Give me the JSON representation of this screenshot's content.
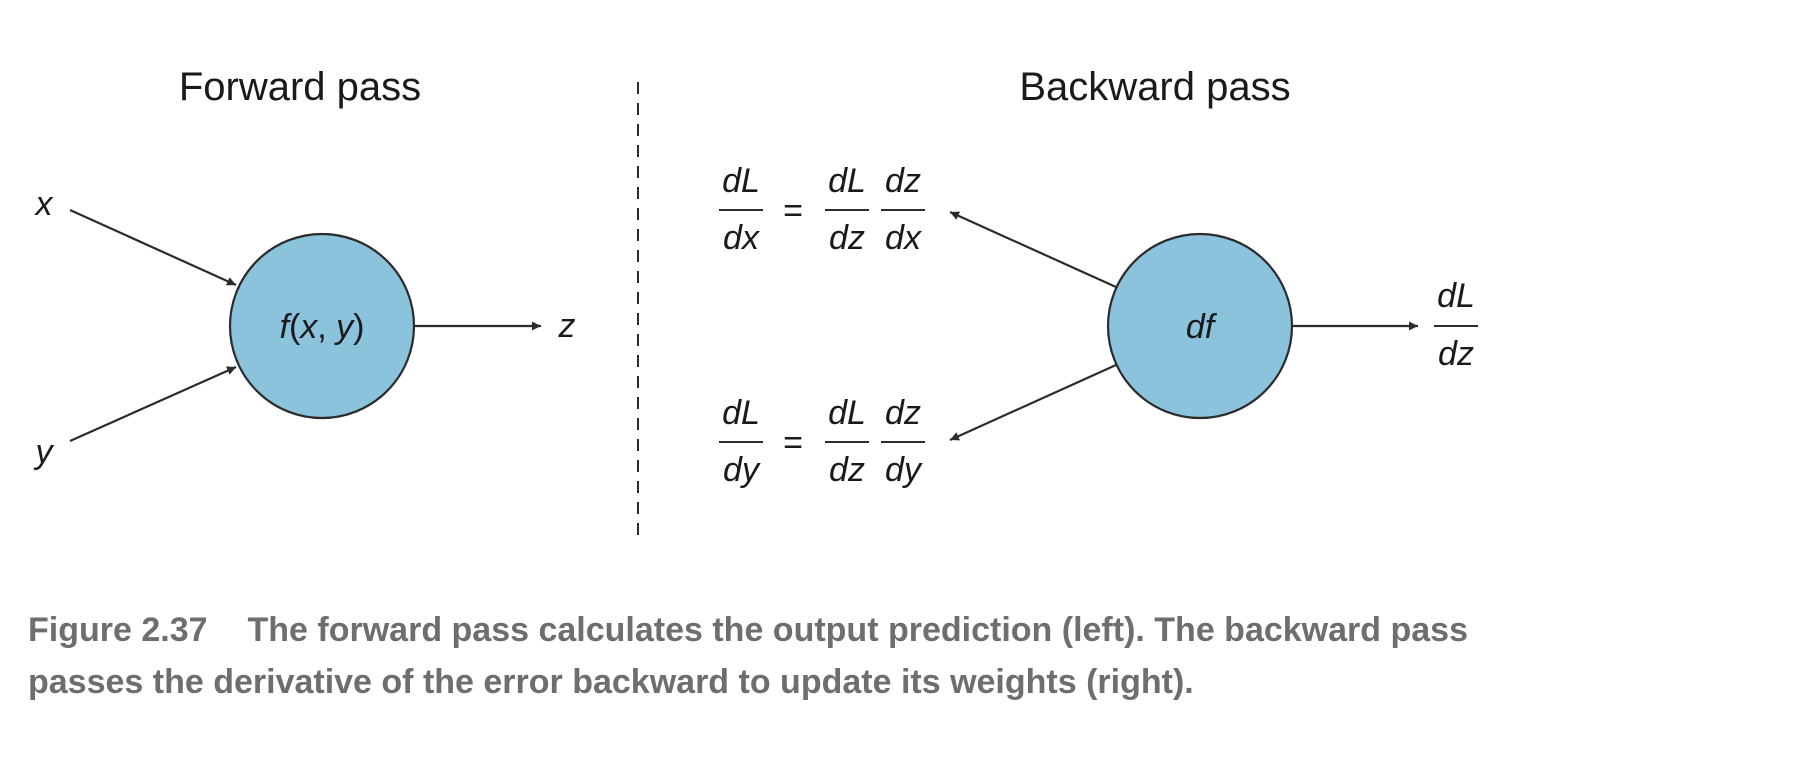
{
  "forward": {
    "title": "Forward pass",
    "input_x": "x",
    "input_y": "y",
    "node_text_f": "f",
    "node_text_args_open": "(",
    "node_text_arg_x": "x",
    "node_text_comma": ", ",
    "node_text_arg_y": "y",
    "node_text_args_close": ")",
    "output": "z"
  },
  "backward": {
    "title": "Backward pass",
    "node": "df",
    "incoming_grad": {
      "num": "dL",
      "den": "dz"
    },
    "grad_x": {
      "lhs_num": "dL",
      "lhs_den": "dx",
      "equals": "=",
      "f1_num": "dL",
      "f1_den": "dz",
      "f2_num": "dz",
      "f2_den": "dx"
    },
    "grad_y": {
      "lhs_num": "dL",
      "lhs_den": "dy",
      "equals": "=",
      "f1_num": "dL",
      "f1_den": "dz",
      "f2_num": "dz",
      "f2_den": "dy"
    }
  },
  "caption": {
    "figure_label": "Figure 2.37",
    "text": "The forward pass calculates the output prediction (left). The backward pass passes the derivative of the error backward to update its weights (right)."
  },
  "colors": {
    "node_fill": "#8bc3dd",
    "stroke": "#2b2b2b",
    "caption_text": "#6d6e71"
  }
}
